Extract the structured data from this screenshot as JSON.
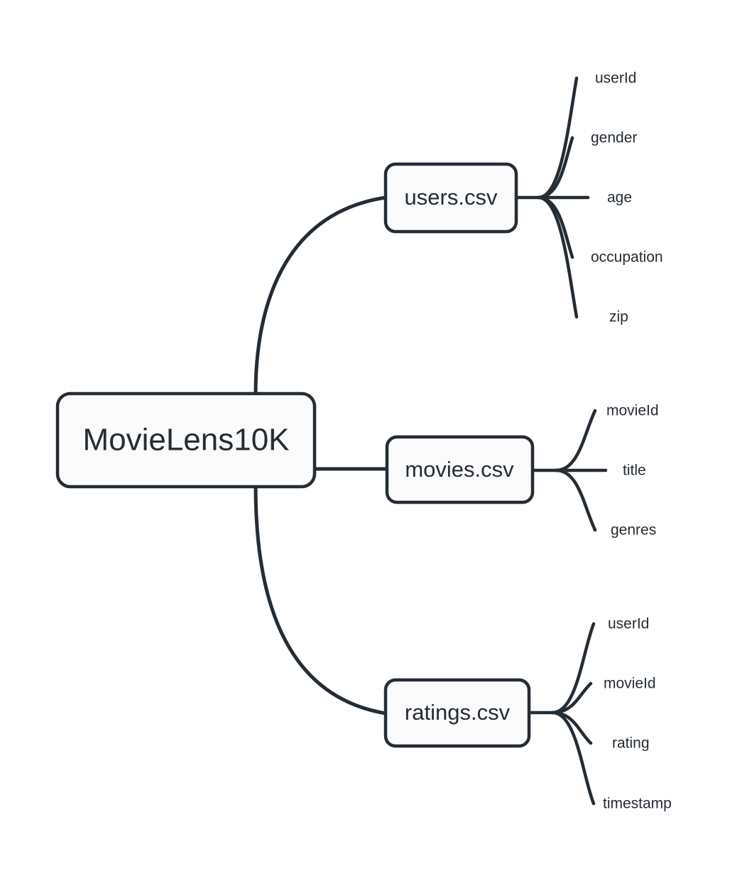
{
  "diagram": {
    "type": "mindmap",
    "title": "MovieLens10K",
    "background_color": "#ffffff",
    "stroke_color": "#242c34",
    "node_fill_color": "#fbfbfb",
    "text_color": "#242c34",
    "root": {
      "label": "MovieLens10K"
    },
    "branches": [
      {
        "label": "users.csv",
        "leaves": [
          {
            "label": "userId"
          },
          {
            "label": "gender"
          },
          {
            "label": "age"
          },
          {
            "label": "occupation"
          },
          {
            "label": "zip"
          }
        ]
      },
      {
        "label": "movies.csv",
        "leaves": [
          {
            "label": "movieId"
          },
          {
            "label": "title"
          },
          {
            "label": "genres"
          }
        ]
      },
      {
        "label": "ratings.csv",
        "leaves": [
          {
            "label": "userId"
          },
          {
            "label": "movieId"
          },
          {
            "label": "rating"
          },
          {
            "label": "timestamp"
          }
        ]
      }
    ]
  }
}
